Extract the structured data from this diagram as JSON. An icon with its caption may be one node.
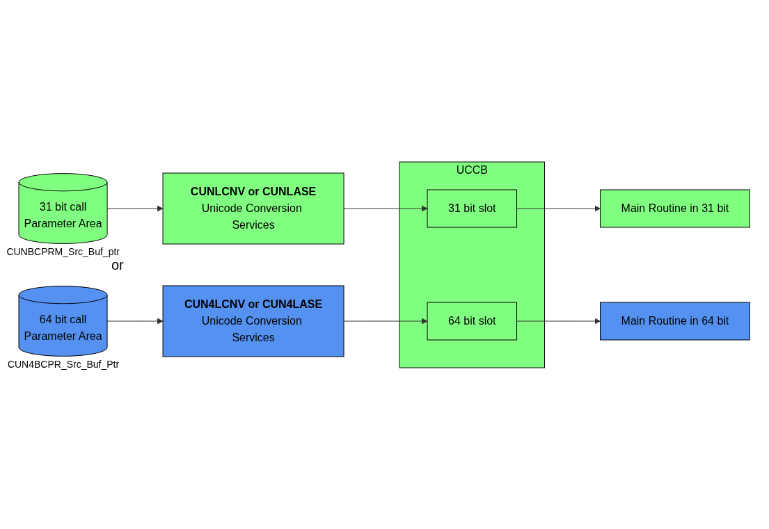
{
  "diagram": {
    "nodes": [
      {
        "text": [
          "31 bit call",
          "Parameter Area"
        ],
        "beside": [
          "CUNBCPRM_Src_Buf_ptr"
        ]
      },
      {
        "text": [
          "CUNLCNV or CUNLASE",
          "Unicode Conversion Services"
        ]
      },
      {
        "text": [
          "UCCB"
        ]
      },
      {
        "text": [
          "31 bit slot"
        ],
        "in": 2
      },
      {
        "text": [
          "64 bit slot"
        ],
        "in": 2
      },
      {
        "text": [
          "Main Routine in 31 bit"
        ]
      },
      {
        "text": [
          "64 bit call",
          "Parameter Area"
        ],
        "beside": [
          "CUN4BCPR_Src_Buf_Ptr"
        ]
      },
      {
        "text": [
          "CUN4LCNV or CUN4LASE",
          "Unicode Conversion Services"
        ]
      },
      {
        "text": [
          "Main Routine in 64 bit"
        ]
      }
    ],
    "edges": [
      {
        "from": 0,
        "to": 1,
        "arrow": "to"
      },
      {
        "from": 1,
        "to": 3,
        "arrow": "to"
      },
      {
        "from": 3,
        "to": 5,
        "arrow": "to"
      },
      {
        "from": 6,
        "to": 7,
        "arrow": "to"
      },
      {
        "from": 7,
        "to": 4,
        "arrow": "to"
      },
      {
        "from": 4,
        "to": 8,
        "arrow": "to"
      }
    ],
    "labels": [
      "or"
    ]
  }
}
